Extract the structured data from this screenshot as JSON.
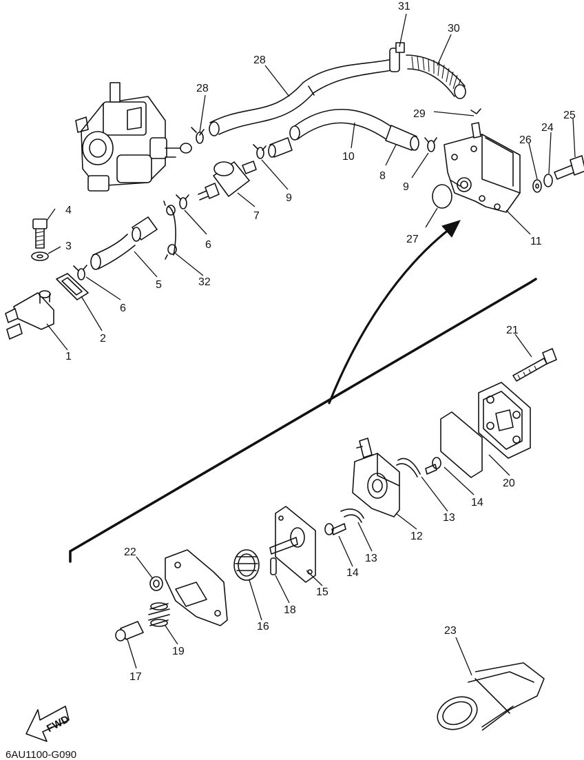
{
  "diagram": {
    "callouts": [
      "1",
      "2",
      "3",
      "4",
      "5",
      "6",
      "6",
      "7",
      "8",
      "9",
      "9",
      "10",
      "11",
      "12",
      "13",
      "13",
      "14",
      "14",
      "15",
      "16",
      "17",
      "18",
      "19",
      "20",
      "21",
      "22",
      "23",
      "24",
      "25",
      "26",
      "27",
      "28",
      "28",
      "29",
      "30",
      "31",
      "32"
    ],
    "fwd_label": "FWD",
    "drawing_code": "6AU1100-G090"
  }
}
